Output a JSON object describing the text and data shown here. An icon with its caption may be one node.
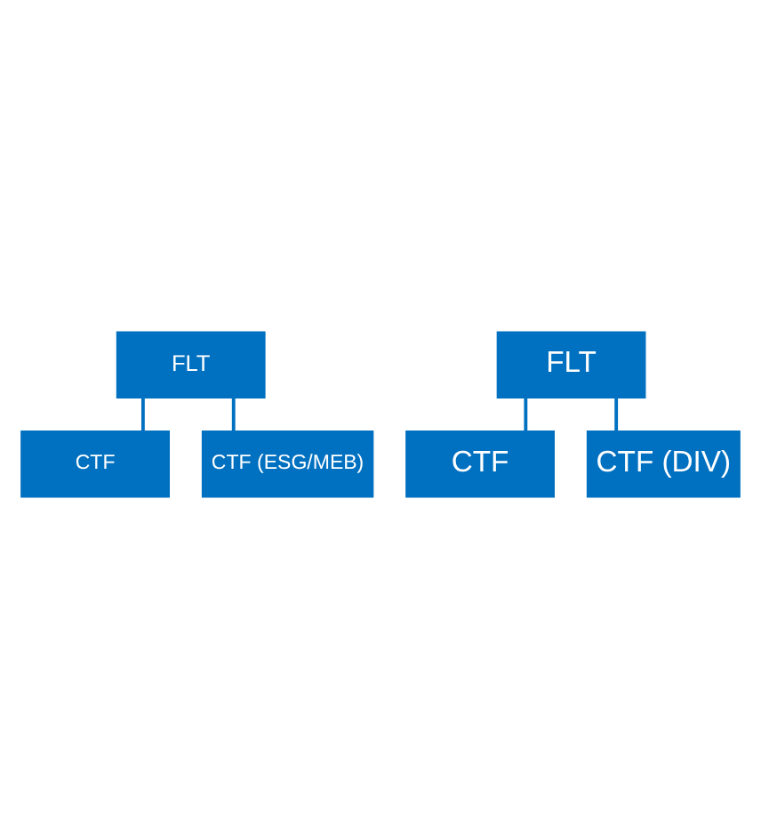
{
  "diagram": {
    "nodes": [
      {
        "text": [
          "FLT"
        ]
      },
      {
        "text": [
          "CTF"
        ]
      },
      {
        "text": [
          "CTF (ESG/MEB)"
        ]
      },
      {
        "text": [
          "FLT"
        ]
      },
      {
        "text": [
          "CTF"
        ]
      },
      {
        "text": [
          "CTF (DIV)"
        ]
      }
    ],
    "edges": [
      {
        "from": 0,
        "to": 1,
        "arrow": "none"
      },
      {
        "from": 0,
        "to": 2,
        "arrow": "none"
      },
      {
        "from": 3,
        "to": 4,
        "arrow": "none"
      },
      {
        "from": 3,
        "to": 5,
        "arrow": "none"
      }
    ]
  }
}
